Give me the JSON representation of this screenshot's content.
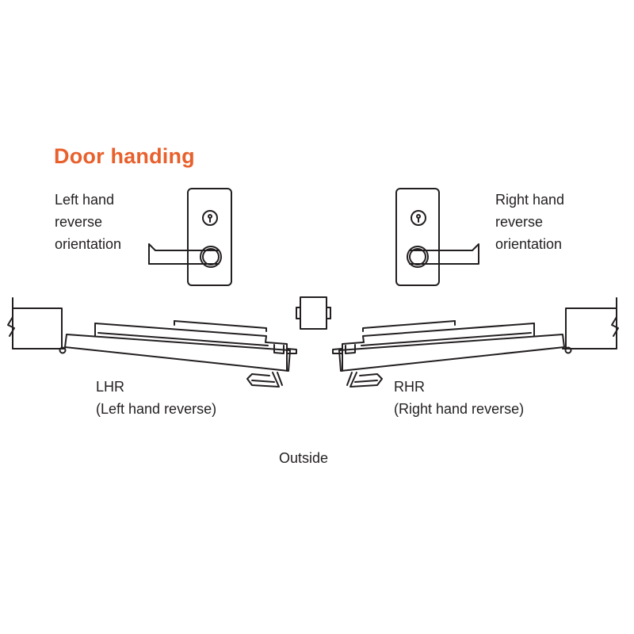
{
  "title": "Door handing",
  "left_orientation": [
    "Left hand",
    "reverse",
    "orientation"
  ],
  "right_orientation": [
    "Right hand",
    "reverse",
    "orientation"
  ],
  "left_code": "LHR",
  "left_desc": "(Left hand reverse)",
  "right_code": "RHR",
  "right_desc": "(Right hand reverse)",
  "outside_label": "Outside",
  "colors": {
    "accent": "#e8602c",
    "line": "#231f20"
  },
  "icons": [
    "lever-trim-icon",
    "key-cylinder-icon",
    "door-frame-icon",
    "door-strike-icon"
  ]
}
